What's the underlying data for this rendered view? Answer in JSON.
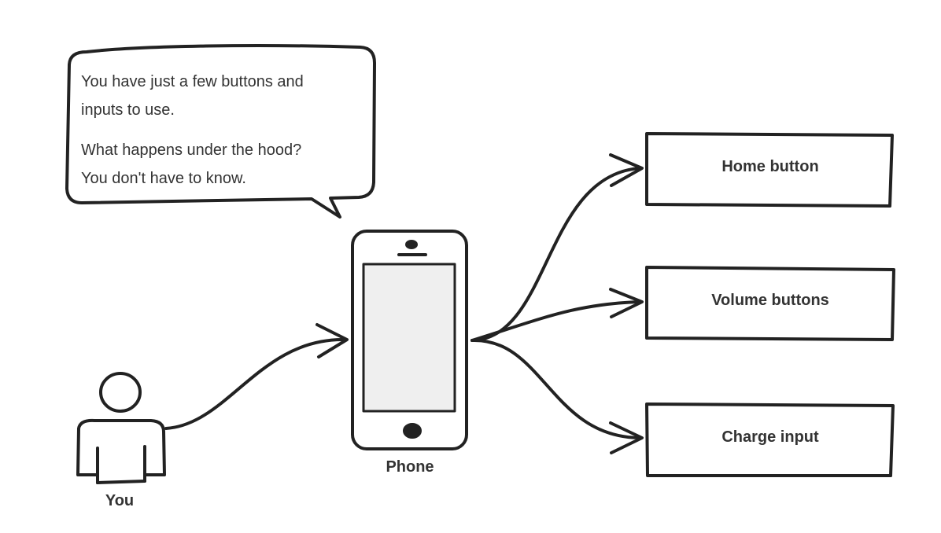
{
  "speech_bubble": {
    "line1": "You have just a few buttons and",
    "line2": "inputs to use.",
    "line3": "What happens under the hood?",
    "line4": "You don't have to know."
  },
  "labels": {
    "user": "You",
    "phone": "Phone"
  },
  "targets": [
    {
      "label": "Home button"
    },
    {
      "label": "Volume buttons"
    },
    {
      "label": "Charge input"
    }
  ],
  "colors": {
    "stroke": "#222222",
    "text": "#333333",
    "screen": "#efefef",
    "background": "#ffffff"
  }
}
